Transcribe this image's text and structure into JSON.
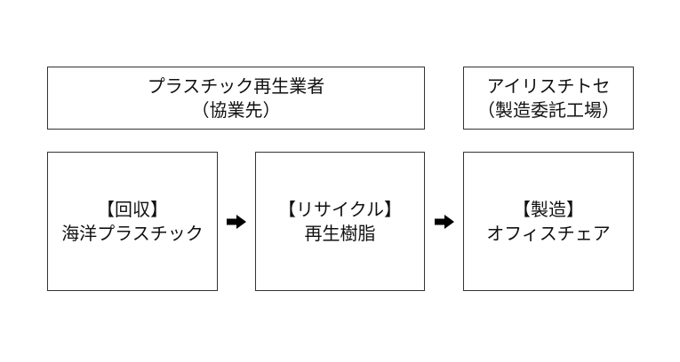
{
  "headers": {
    "recycler": {
      "line1": "プラスチック再生業者",
      "line2": "（協業先）"
    },
    "iris": {
      "line1": "アイリスチトセ",
      "line2": "（製造委託工場）"
    }
  },
  "steps": [
    {
      "label": "【回収】",
      "text": "海洋プラスチック"
    },
    {
      "label": "【リサイクル】",
      "text": "再生樹脂"
    },
    {
      "label": "【製造】",
      "text": "オフィスチェア"
    }
  ],
  "colors": {
    "border": "#333333",
    "arrow": "#000000",
    "background": "#ffffff"
  },
  "icons": {
    "flow_arrow": "right-arrow-icon"
  }
}
